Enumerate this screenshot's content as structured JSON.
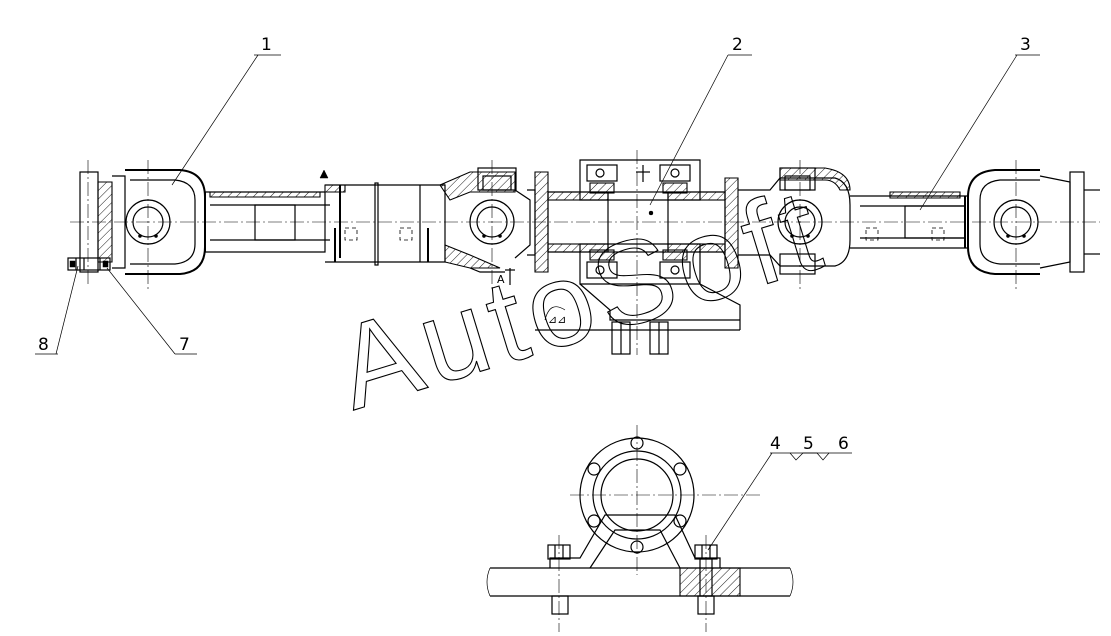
{
  "callouts": [
    {
      "id": "c1",
      "label": "1"
    },
    {
      "id": "c2",
      "label": "2"
    },
    {
      "id": "c3",
      "label": "3"
    },
    {
      "id": "c4",
      "label": "4"
    },
    {
      "id": "c5",
      "label": "5"
    },
    {
      "id": "c6",
      "label": "6"
    },
    {
      "id": "c7",
      "label": "7"
    },
    {
      "id": "c8",
      "label": "8"
    }
  ],
  "view_marker": "A",
  "watermark": "AutoSoft"
}
